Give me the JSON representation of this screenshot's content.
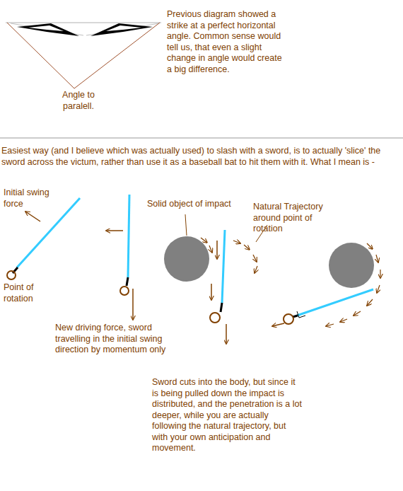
{
  "diagram": {
    "labels": [
      "Previous diagram showed a strike at a perfect horizontal angle. Common sense would tell us, that even a slight change in angle would create a big difference.",
      "Angle to paralell.",
      "Easiest way (and I believe which was actually used) to slash with a sword, is to actually 'slice' the sword across the victum, rather than use it as a baseball bat to hit them with it. What I mean is -",
      "Initial swing force",
      "Point of rotation",
      "Solid object of impact",
      "Natural Trajectory around point of rotation",
      "New driving force, sword travelling in the initial swing direction by momentum only",
      "Sword cuts into the body, but since it is being pulled down the impact is distributed, and the penetration is a lot deeper, while you are actually following the natural trajectory, but with your own anticipation and movement."
    ]
  }
}
